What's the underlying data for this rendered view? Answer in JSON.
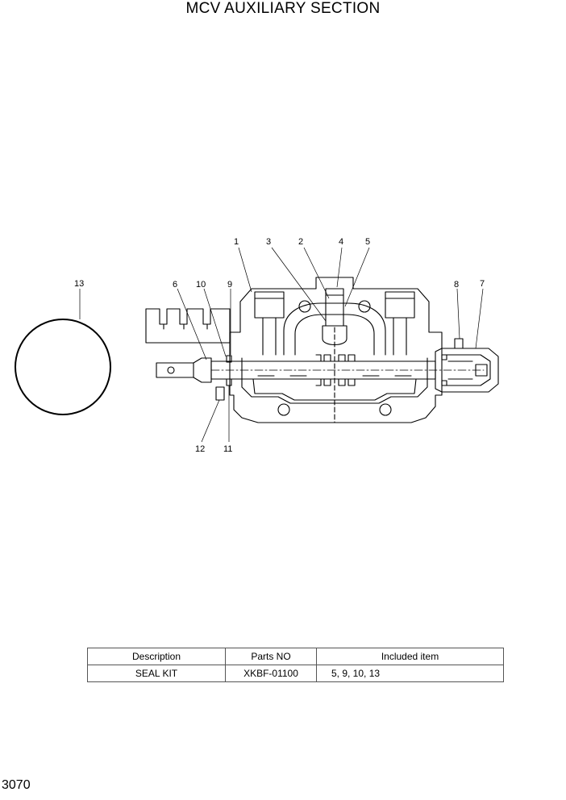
{
  "title": "MCV AUXILIARY SECTION",
  "callouts": [
    "1",
    "2",
    "3",
    "4",
    "5",
    "6",
    "7",
    "8",
    "9",
    "10",
    "11",
    "12",
    "13"
  ],
  "table": {
    "headers": [
      "Description",
      "Parts NO",
      "Included item"
    ],
    "rows": [
      [
        "SEAL KIT",
        "XKBF-01100",
        "5, 9, 10, 13"
      ]
    ]
  },
  "page_number": "3070"
}
